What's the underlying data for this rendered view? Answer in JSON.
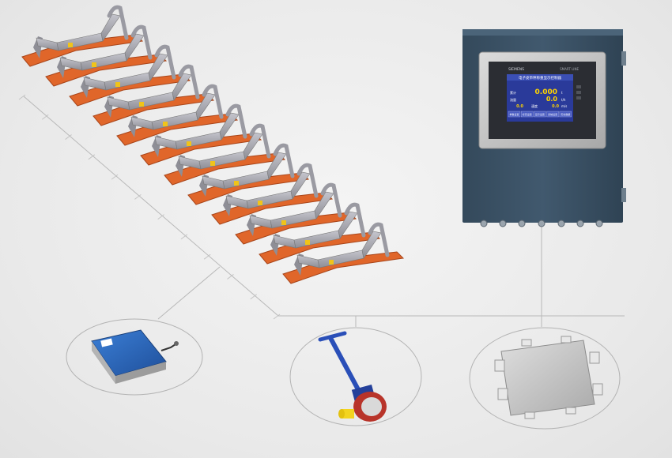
{
  "colors": {
    "background": "#ececec",
    "frame_orange": "#e0662a",
    "roller_gray": "#a9a9b1",
    "cabinet_blue": "#3d5468",
    "screen_blue": "#2a3a9a",
    "value_yellow": "#ffd400",
    "sensor_blue": "#2d6bc2",
    "tachometer_blue": "#2a4fb8",
    "connector_line": "#b8b8b8",
    "junction_box_silver": "#c9c9c9"
  },
  "components": {
    "idler_array": {
      "icon": "belt-scale-idler-icon",
      "count": 12
    },
    "controller": {
      "icon": "weighing-controller-icon",
      "brand": "SIEMENS",
      "series": "SMART LINE",
      "screen_title": "电子皮带秤称重显示控制器",
      "readouts": [
        {
          "value": "0.000",
          "unit": "t"
        },
        {
          "value": "0.0",
          "unit": "t/h"
        },
        {
          "value": "0.0",
          "unit": "m/s"
        }
      ],
      "row_labels": [
        "累计",
        "流量",
        "速度"
      ],
      "small_value": "0.0",
      "buttons": [
        "参数设置",
        "标定设置",
        "显示设置",
        "系统设置",
        "历史数据"
      ]
    },
    "load_cell": {
      "icon": "load-cell-icon"
    },
    "speed_sensor": {
      "icon": "speed-sensor-icon"
    },
    "junction_box": {
      "icon": "junction-box-icon"
    }
  }
}
